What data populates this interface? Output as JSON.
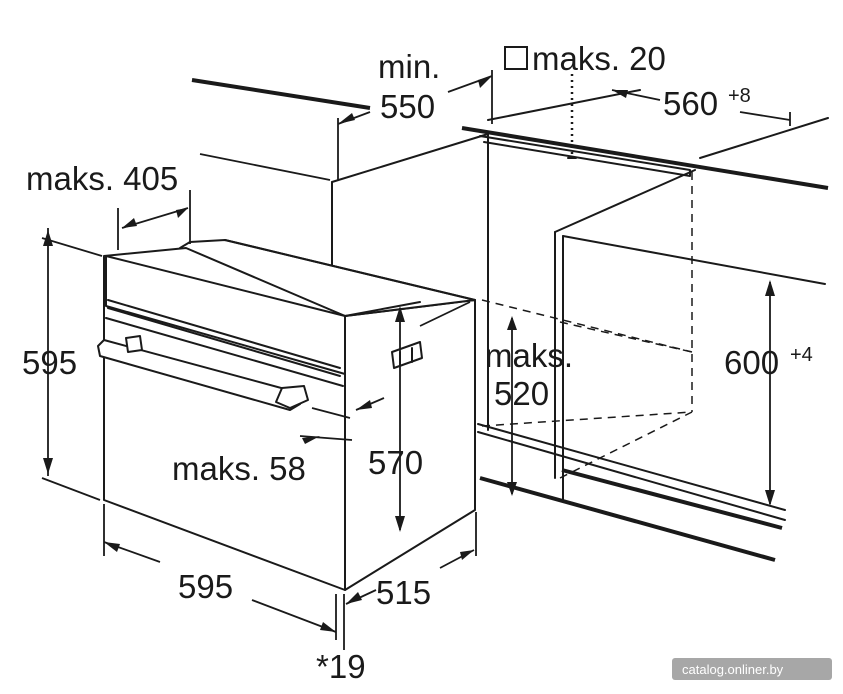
{
  "labels": {
    "min_depth_prefix": "min.",
    "min_depth_value": "550",
    "top_gap": "maks. 20",
    "niche_width": "560",
    "niche_width_tol": "+8",
    "front_depth": "maks. 405",
    "oven_height": "595",
    "niche_height": "600",
    "niche_height_tol": "+4",
    "back_depth_prefix": "maks.",
    "back_depth_value": "520",
    "panel_depth": "maks. 58",
    "body_height": "570",
    "oven_width": "595",
    "body_depth": "515",
    "footnote": "*19"
  },
  "watermark": "catalog.onliner.by"
}
